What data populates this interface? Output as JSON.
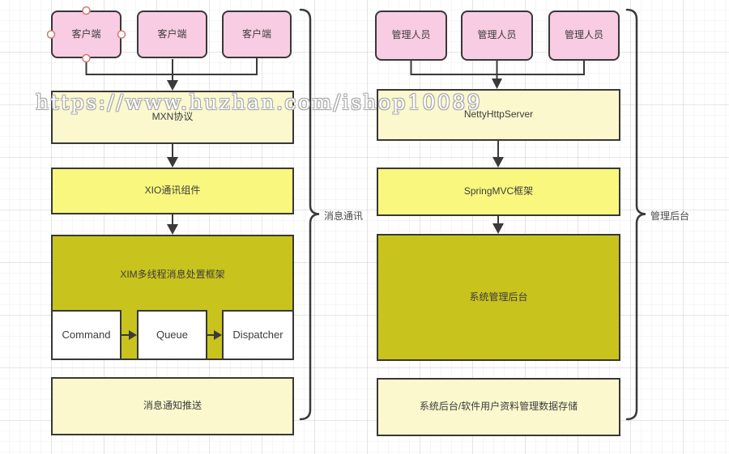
{
  "canvas": {
    "watermark": "https://www.huzhan.com/ishop10089"
  },
  "colors": {
    "node_pink": "#f8cce2",
    "node_light_yellow": "#fbf8ce",
    "node_yellow": "#f9f77e",
    "node_olive": "#c9c31e",
    "node_white": "#ffffff",
    "border": "#383838",
    "connector": "#3a3a3a",
    "selection_handle": "#cf7b70"
  },
  "left": {
    "brace_label": "消息通讯",
    "clients": [
      "客户端",
      "客户端",
      "客户端"
    ],
    "mxn": "MXN协议",
    "xio": "XIO通讯组件",
    "xim": "XIM多线程消息处置框架",
    "pipeline": [
      "Command",
      "Queue",
      "Dispatcher"
    ],
    "push": "消息通知推送"
  },
  "right": {
    "brace_label": "管理后台",
    "admins": [
      "管理人员",
      "管理人员",
      "管理人员"
    ],
    "netty": "NettyHttpServer",
    "spring": "SpringMVC框架",
    "backend": "系统管理后台",
    "storage": "系统后台/软件用户资料管理数据存储"
  }
}
